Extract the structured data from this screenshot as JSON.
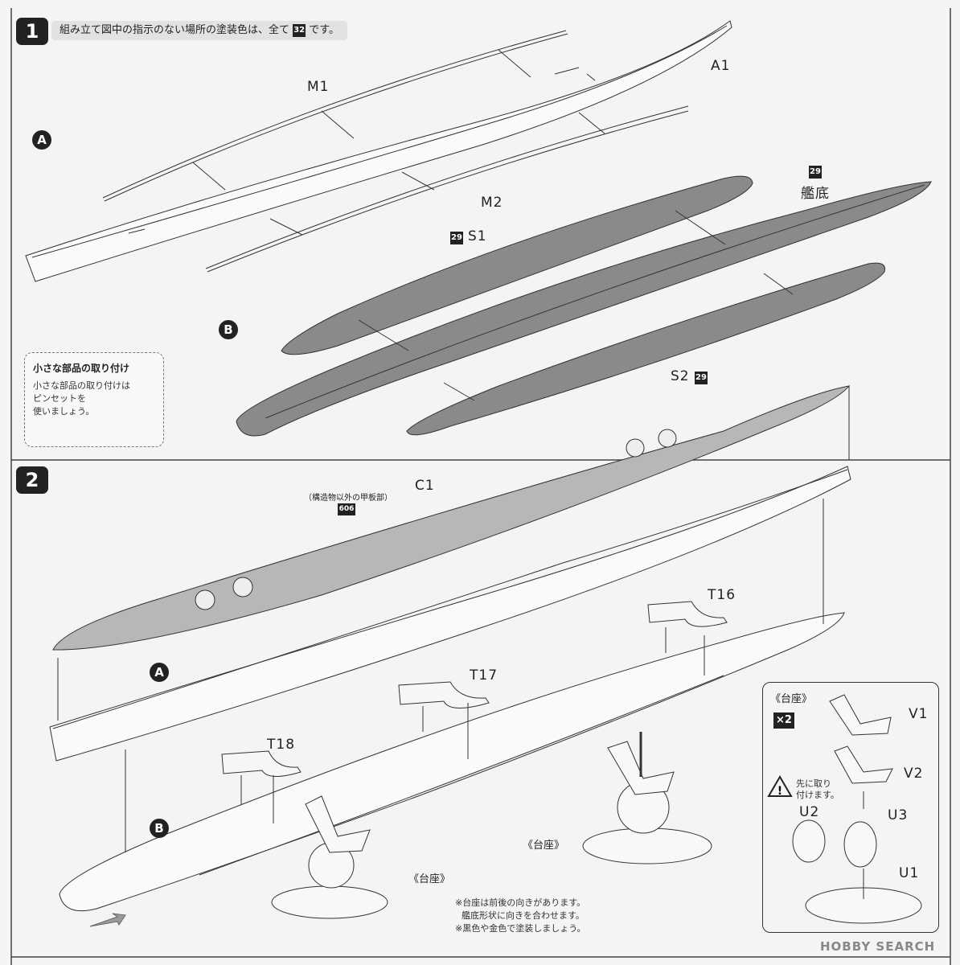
{
  "steps": {
    "step1": {
      "number": "1",
      "note_prefix": "組み立て図中の指示のない場所の塗装色は、全て",
      "note_color": "32",
      "note_suffix": "です。"
    },
    "step2": {
      "number": "2"
    }
  },
  "markers": {
    "a": "A",
    "b": "B"
  },
  "parts": {
    "a1": "A1",
    "m1": "M1",
    "m2": "M2",
    "hull_bottom_color": "29",
    "hull_bottom_label": "艦底",
    "s1_color": "29",
    "s1": "S1",
    "s2": "S2",
    "s2_color": "29",
    "c1": "C1",
    "deck_note": "（構造物以外の甲板部）",
    "deck_color": "606",
    "t16": "T16",
    "t17": "T17",
    "t18": "T18",
    "v1": "V1",
    "v2": "V2",
    "u1": "U1",
    "u2": "U2",
    "u3": "U3"
  },
  "tip": {
    "title": "小さな部品の取り付け",
    "body_line1": "小さな部品の取り付けは",
    "body_line2": "ピンセットを",
    "body_line3": "使いましょう。"
  },
  "stand": {
    "label_left": "《台座》",
    "label_right": "《台座》",
    "note_line1": "※台座は前後の向きがあります。",
    "note_line2": "艦底形状に向きを合わせます。",
    "note_line3": "※黒色や金色で塗装しましょう。"
  },
  "inset": {
    "title": "《台座》",
    "count": "×2",
    "warning_line1": "先に取り",
    "warning_line2": "付けます。"
  },
  "watermark": "HOBBY SEARCH",
  "colors": {
    "gray_part": "#8a8a8a",
    "ink": "#222222"
  }
}
